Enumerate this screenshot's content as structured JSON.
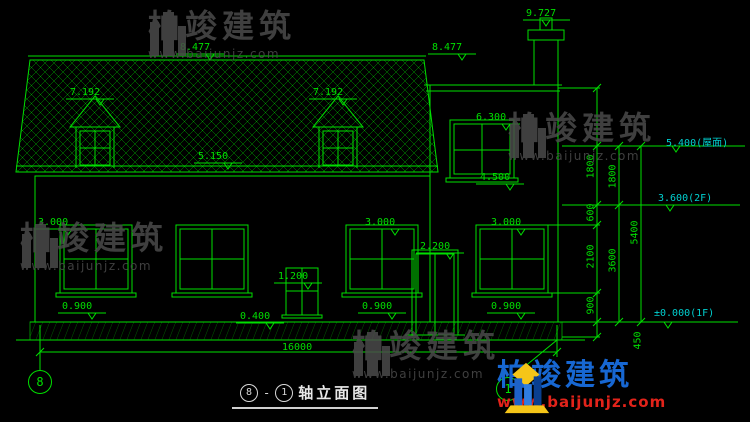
{
  "watermark": {
    "brand": "柏竣建筑",
    "url": "www.baijunjz.com"
  },
  "footer": {
    "brand": "柏竣建筑",
    "url": "www.baijunjz.com"
  },
  "title": {
    "axis_left": "8",
    "separator": "-",
    "axis_right": "1",
    "name": "轴立面图"
  },
  "axis_bubbles": {
    "left": "8",
    "right": "1"
  },
  "labels": {
    "chimney_top": "9.727",
    "ridge_left": "8.477",
    "ridge_right": "8.477",
    "dormer_left": "7.192",
    "dormer_right": "7.192",
    "eave": "5.150",
    "win2f_top": "6.300",
    "win2f_sill": "4.500",
    "win_top_1": "3.000",
    "win_top_2": "3.000",
    "win_top_3": "3.000",
    "door_top": "2.200",
    "small_win": "1.200",
    "sill_1": "0.900",
    "sill_2": "0.900",
    "sill_3": "0.900",
    "plinth": "0.400",
    "total_width": "16000"
  },
  "elevations": {
    "roof": "5.400(屋面)",
    "floor2": "3.600(2F)",
    "ground": "±0.000(1F)"
  },
  "dims_right": [
    "1800",
    "1800",
    "600",
    "2100",
    "900",
    "450",
    "3600",
    "5400"
  ]
}
